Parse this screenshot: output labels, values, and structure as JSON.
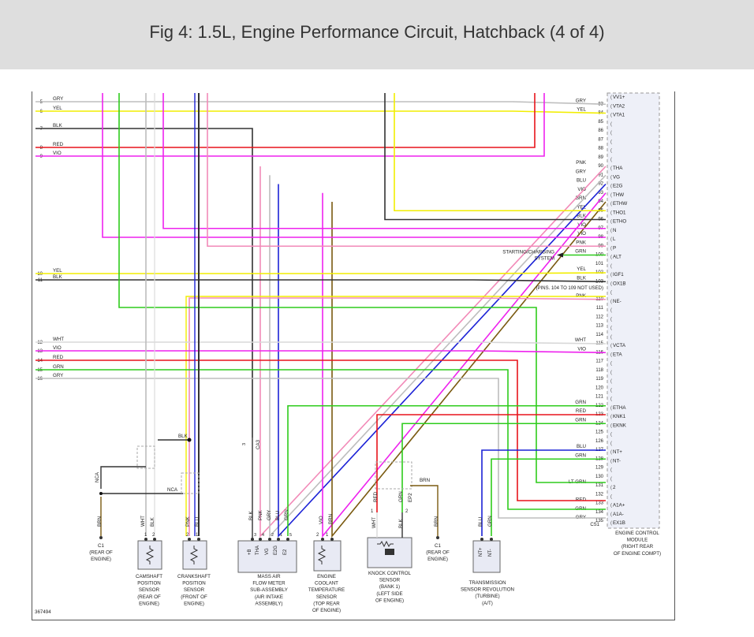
{
  "header": {
    "title": "Fig 4: 1.5L, Engine Performance Circuit, Hatchback (4 of 4)"
  },
  "figure_id": "367494",
  "colors": {
    "GRY": "#bdbdbd",
    "YEL": "#f2ee00",
    "BLK": "#333333",
    "RED": "#e8141b",
    "VIO": "#ee22ee",
    "PNK": "#f28ab8",
    "BLU": "#1c22d6",
    "BRN": "#7a5a10",
    "GRN": "#2ecc1c",
    "WHT": "#d8d8d8",
    "LTGRN": "#44dd22"
  },
  "left_wires": [
    {
      "pin": "5",
      "color": "GRY"
    },
    {
      "pin": "6",
      "color": "YEL"
    },
    {
      "pin": "7",
      "color": "BLK"
    },
    {
      "pin": "8",
      "color": "RED"
    },
    {
      "pin": "9",
      "color": "VIO"
    },
    {
      "pin": "10",
      "color": "YEL"
    },
    {
      "pin": "11",
      "color": "BLK"
    },
    {
      "pin": "12",
      "color": "WHT"
    },
    {
      "pin": "13",
      "color": "VIO"
    },
    {
      "pin": "14",
      "color": "RED"
    },
    {
      "pin": "15",
      "color": "GRN"
    },
    {
      "pin": "16",
      "color": "GRY"
    }
  ],
  "ecm_pins": [
    {
      "pin": "",
      "color": "",
      "name": "VV1+"
    },
    {
      "pin": "83",
      "color": "GRY",
      "name": "VTA2"
    },
    {
      "pin": "84",
      "color": "YEL",
      "name": "VTA1"
    },
    {
      "pin": "85",
      "color": "",
      "name": ""
    },
    {
      "pin": "86",
      "color": "",
      "name": ""
    },
    {
      "pin": "87",
      "color": "",
      "name": ""
    },
    {
      "pin": "88",
      "color": "",
      "name": ""
    },
    {
      "pin": "89",
      "color": "",
      "name": ""
    },
    {
      "pin": "90",
      "color": "PNK",
      "name": "THA"
    },
    {
      "pin": "91",
      "color": "GRY",
      "name": "VG"
    },
    {
      "pin": "92",
      "color": "BLU",
      "name": "E2G"
    },
    {
      "pin": "93",
      "color": "VIO",
      "name": "THW"
    },
    {
      "pin": "94",
      "color": "BRN",
      "name": "ETHW"
    },
    {
      "pin": "95",
      "color": "YEL",
      "name": "THO1"
    },
    {
      "pin": "96",
      "color": "BLK",
      "name": "ETHO"
    },
    {
      "pin": "97",
      "color": "VIO",
      "name": "N"
    },
    {
      "pin": "98",
      "color": "VIO",
      "name": "L"
    },
    {
      "pin": "99",
      "color": "PNK",
      "name": "P"
    },
    {
      "pin": "100",
      "color": "GRN",
      "name": "ALT"
    },
    {
      "pin": "101",
      "color": "",
      "name": ""
    },
    {
      "pin": "102",
      "color": "YEL",
      "name": "IGF1"
    },
    {
      "pin": "103",
      "color": "BLK",
      "name": "OX1B"
    },
    {
      "pin": "",
      "color": "",
      "name": ""
    },
    {
      "pin": "110",
      "color": "PNK",
      "name": "NE-"
    },
    {
      "pin": "111",
      "color": "",
      "name": ""
    },
    {
      "pin": "112",
      "color": "",
      "name": ""
    },
    {
      "pin": "113",
      "color": "",
      "name": ""
    },
    {
      "pin": "114",
      "color": "",
      "name": ""
    },
    {
      "pin": "115",
      "color": "WHT",
      "name": "VCTA"
    },
    {
      "pin": "116",
      "color": "VIO",
      "name": "ETA"
    },
    {
      "pin": "117",
      "color": "",
      "name": ""
    },
    {
      "pin": "118",
      "color": "",
      "name": ""
    },
    {
      "pin": "119",
      "color": "",
      "name": ""
    },
    {
      "pin": "120",
      "color": "",
      "name": ""
    },
    {
      "pin": "121",
      "color": "",
      "name": ""
    },
    {
      "pin": "122",
      "color": "GRN",
      "name": "ETHA"
    },
    {
      "pin": "123",
      "color": "RED",
      "name": "KNK1"
    },
    {
      "pin": "124",
      "color": "GRN",
      "name": "EKNK"
    },
    {
      "pin": "125",
      "color": "",
      "name": ""
    },
    {
      "pin": "126",
      "color": "",
      "name": ""
    },
    {
      "pin": "127",
      "color": "BLU",
      "name": "NT+"
    },
    {
      "pin": "128",
      "color": "GRN",
      "name": "NT-"
    },
    {
      "pin": "129",
      "color": "",
      "name": ""
    },
    {
      "pin": "130",
      "color": "",
      "name": ""
    },
    {
      "pin": "131",
      "color": "LT GRN",
      "name": "2"
    },
    {
      "pin": "132",
      "color": "",
      "name": ""
    },
    {
      "pin": "133",
      "color": "RED",
      "name": "A1A+"
    },
    {
      "pin": "134",
      "color": "GRN",
      "name": "A1A-"
    },
    {
      "pin": "135",
      "color": "GRY",
      "name": "EX1B"
    }
  ],
  "notes": {
    "pins_not_used": "(PINS. 104 TO 109 NOT USED)",
    "starting_charging": "STARTING/CHARGING",
    "system": "SYSTEM",
    "connector": "CS1",
    "nca": "NCA",
    "ca3": "CA3",
    "blk": "BLK",
    "brn": "BRN"
  },
  "ecm_label": [
    "ENGINE CONTROL",
    "MODULE",
    "(RIGHT REAR",
    "OF ENGINE COMPT)"
  ],
  "components": [
    {
      "id": "c1a",
      "label": [
        "C1",
        "(REAR OF",
        "ENGINE)"
      ]
    },
    {
      "id": "cmp",
      "label": [
        "CAMSHAFT",
        "POSITION",
        "SENSOR",
        "(REAR OF",
        "ENGINE)"
      ]
    },
    {
      "id": "ckp",
      "label": [
        "CRANKSHAFT",
        "POSITION",
        "SENSOR",
        "(FRONT OF",
        "ENGINE)"
      ]
    },
    {
      "id": "maf",
      "label": [
        "MASS AIR",
        "FLOW METER",
        "SUB-ASSEMBLY",
        "(AIR INTAKE",
        "ASSEMBLY)"
      ]
    },
    {
      "id": "ect",
      "label": [
        "ENGINE",
        "COOLANT",
        "TEMPERATURE",
        "SENSOR",
        "(TOP REAR",
        "OF ENGINE)"
      ]
    },
    {
      "id": "knk",
      "label": [
        "KNOCK CONTROL",
        "SENSOR",
        "(BANK 1)",
        "(LEFT SIDE",
        "OF ENGINE)"
      ]
    },
    {
      "id": "c1b",
      "label": [
        "C1",
        "(REAR OF",
        "ENGINE)"
      ]
    },
    {
      "id": "trn",
      "label": [
        "TRANSMISSION",
        "SENSOR REVOLUTION",
        "(TURBINE)",
        "(A/T)"
      ]
    }
  ],
  "component_pins": {
    "cmp": [
      "1",
      "2"
    ],
    "ckp": [
      "2",
      "1"
    ],
    "maf": [
      "+B",
      "THA",
      "VG",
      "E2G",
      "E2"
    ],
    "maf_nums": [
      "3",
      "4",
      "2",
      "1",
      "5"
    ],
    "ect": [
      "2",
      "1"
    ],
    "knk": [
      "1",
      "2"
    ],
    "trn": [
      "NT+",
      "NT-"
    ]
  },
  "vertical_labels": {
    "brn1": "BRN",
    "wht1": "WHT",
    "blk1": "BLK",
    "pnk1": "PNK",
    "blu1": "BLU",
    "blk2": "BLK",
    "pnk2": "PNK",
    "gry2": "GRY",
    "blu2": "BLU",
    "grn2": "GRN",
    "vio3": "VIO",
    "brn3": "BRN",
    "red4": "RED",
    "grn4": "GRN",
    "wht4": "WHT",
    "blk4": "BLK",
    "epz": "EP2",
    "brn5": "BRN",
    "blu6": "BLU",
    "grn6": "GRN"
  }
}
